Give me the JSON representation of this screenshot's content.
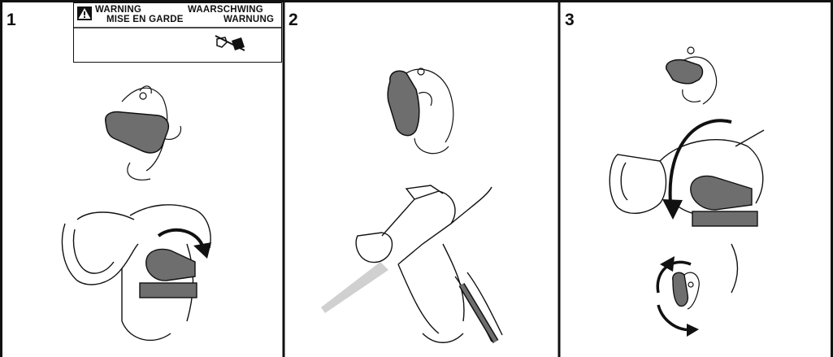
{
  "panels": [
    {
      "number": "1"
    },
    {
      "number": "2"
    },
    {
      "number": "3"
    }
  ],
  "warning_label": {
    "line1_left": "WARNING",
    "line1_right": "WAARSCHWING",
    "line2_left": "MISE EN GARDE",
    "line2_right": "WARNUNG",
    "icon": "warning-triangle-icon",
    "pictogram": "no-hand-near-tip-icon"
  },
  "colors": {
    "line": "#111111",
    "tip_guard_fill": "#6e6e6e",
    "spray_fill": "#d0d0d0"
  }
}
